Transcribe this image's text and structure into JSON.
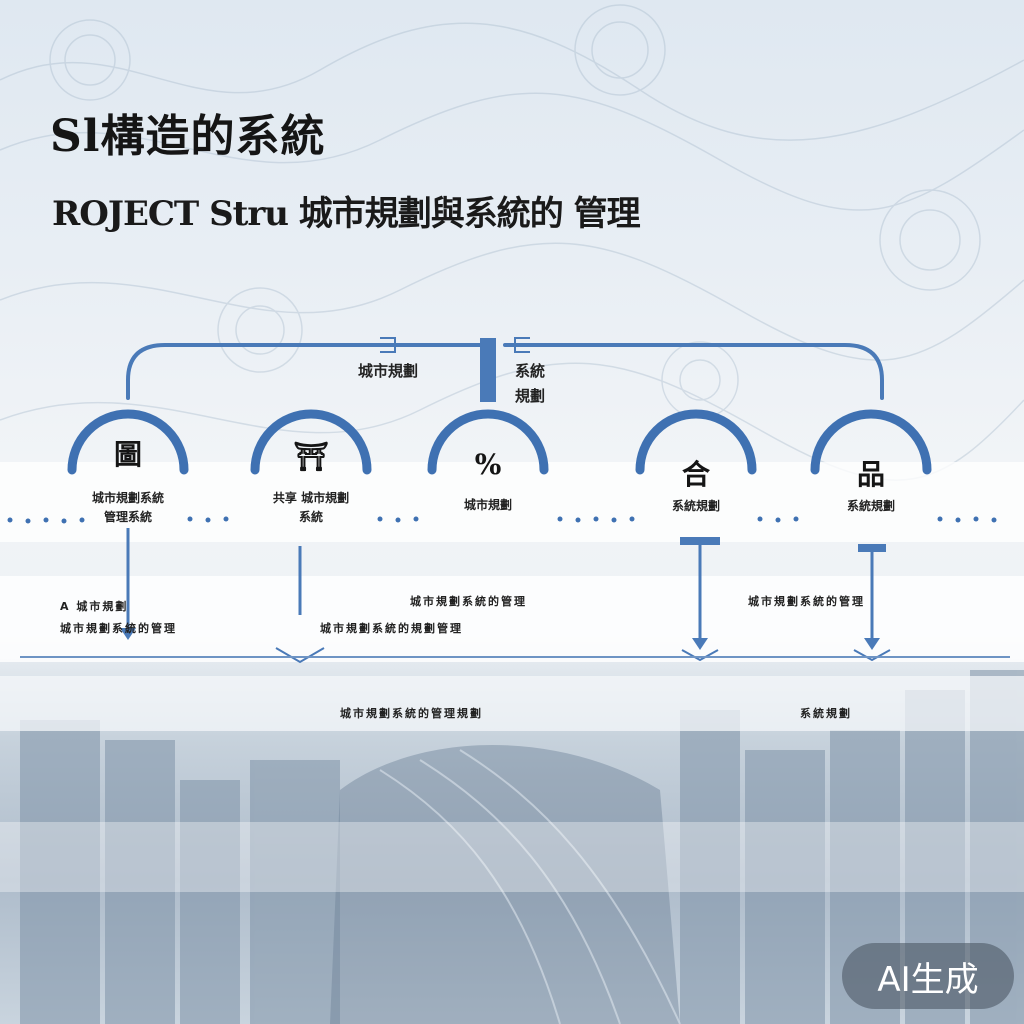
{
  "header": {
    "title": "Sl構造的系統",
    "subtitle": "ROJECT Stru 城市規劃與系統的 管理"
  },
  "hub": {
    "left_label": "城市規劃",
    "right_label_1": "系統",
    "right_label_2": "規劃"
  },
  "nodes": [
    {
      "icon": "圖",
      "caption_1": "城市規劃系統",
      "caption_2": "管理系統",
      "icon_name": "building-icon"
    },
    {
      "icon": "⛩",
      "caption_1": "共享 城市規劃",
      "caption_2": "系統",
      "icon_name": "gate-icon"
    },
    {
      "icon": "%",
      "caption_1": "城市規劃",
      "caption_2": "",
      "icon_name": "percent-icon"
    },
    {
      "icon": "合",
      "caption_1": "系統規劃",
      "caption_2": "",
      "icon_name": "house-icon"
    },
    {
      "icon": "品",
      "caption_1": "系統規劃",
      "caption_2": "",
      "icon_name": "grid-icon"
    }
  ],
  "text_rows": {
    "row_a_left": "A 城市規劃",
    "row_a_mid": "城市規劃系統的管理",
    "row_a_right": "城市規劃系統的管理",
    "row_b_left": "城市規劃系統的管理",
    "row_b_mid": "城市規劃系統的規劃管理",
    "row_c_mid": "城市規劃系統的管理規劃",
    "row_c_right": "系統規劃"
  },
  "badge": {
    "label": "AI生成"
  },
  "colors": {
    "accent": "#4a7ab8",
    "title": "#151515"
  }
}
